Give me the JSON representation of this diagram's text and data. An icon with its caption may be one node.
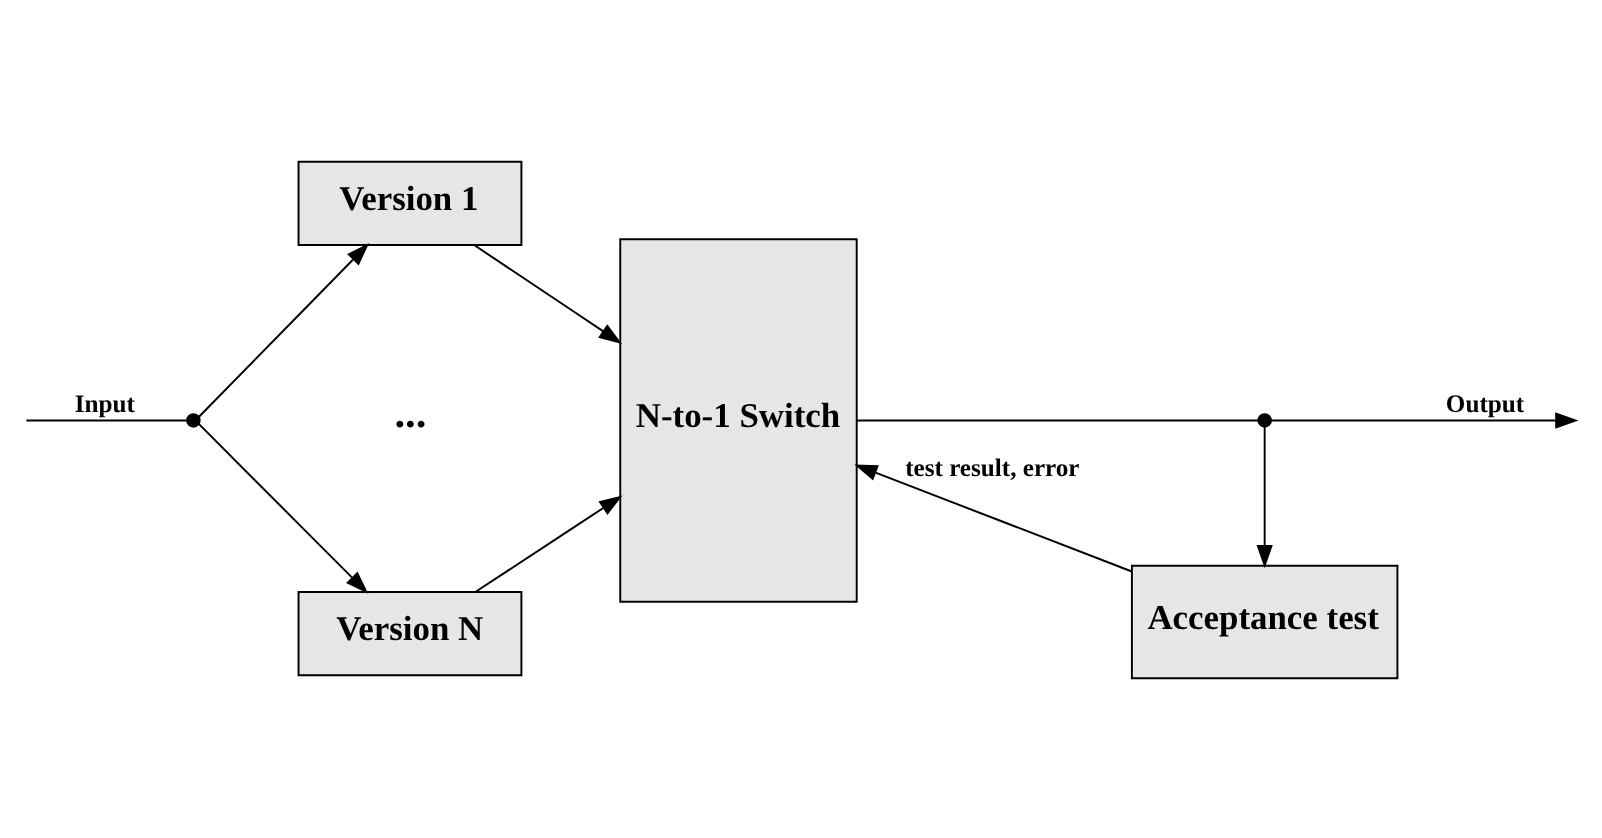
{
  "diagram": {
    "nodes": [
      {
        "text": [
          "Version 1"
        ]
      },
      {
        "text": [
          "Version N"
        ]
      },
      {
        "text": [
          "N-to-1 Switch"
        ]
      },
      {
        "text": [
          "Acceptance test"
        ]
      },
      {
        "text": [],
        "shape": "circle"
      },
      {
        "text": [],
        "shape": "circle"
      }
    ],
    "edges": [
      {
        "from": null,
        "to": 4,
        "arrow": "none",
        "label": "Input"
      },
      {
        "from": 4,
        "to": 0,
        "arrow": "to"
      },
      {
        "from": 4,
        "to": 1,
        "arrow": "to"
      },
      {
        "from": 0,
        "to": 2,
        "arrow": "to"
      },
      {
        "from": 1,
        "to": 2,
        "arrow": "to"
      },
      {
        "from": 2,
        "to": 5,
        "arrow": "none"
      },
      {
        "from": 5,
        "to": null,
        "arrow": "to",
        "label": "Output"
      },
      {
        "from": 5,
        "to": 3,
        "arrow": "to"
      },
      {
        "from": 3,
        "to": 2,
        "arrow": "to",
        "label": "test result, error"
      }
    ],
    "labels": [
      "..."
    ]
  }
}
